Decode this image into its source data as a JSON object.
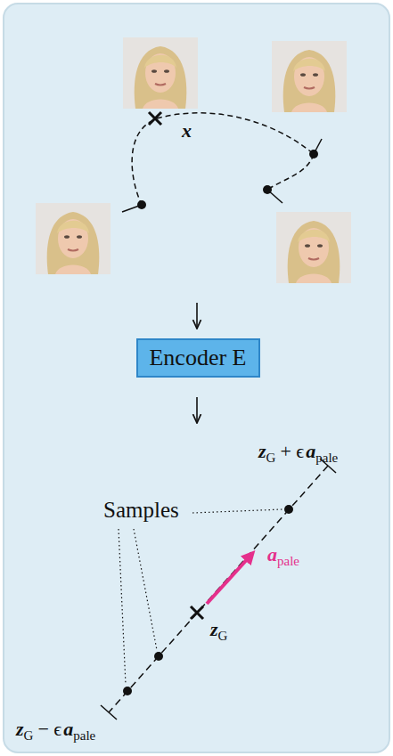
{
  "diagram": {
    "nodes": [
      {
        "text": [
          "Encoder E"
        ]
      }
    ],
    "labels": [
      "x",
      "z",
      "G",
      "+ ϵ",
      "a",
      "pale",
      "Samples",
      "a",
      "pale",
      "z",
      "G",
      "z",
      "G",
      "− ϵ",
      "a",
      "pale"
    ]
  }
}
